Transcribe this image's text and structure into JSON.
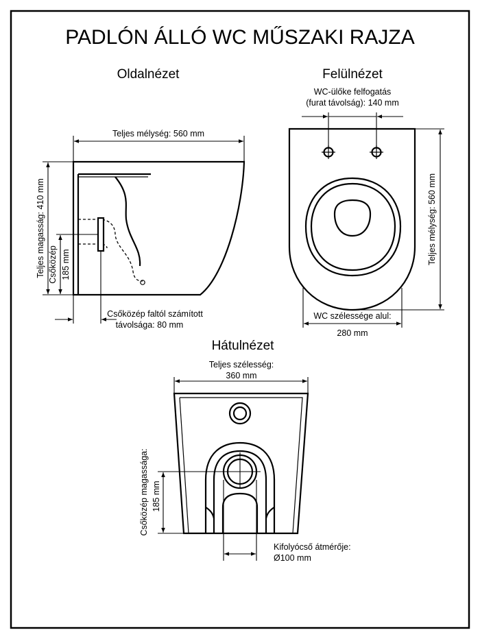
{
  "title": "PADLÓN ÁLLÓ WC MŰSZAKI RAJZA",
  "views": {
    "side": {
      "heading": "Oldalnézet",
      "depth_label": "Teljes mélység: 560 mm",
      "height_label": "Teljes magasság: 410 mm",
      "pipe_center_label_1": "Csőközép",
      "pipe_center_label_2": "185 mm",
      "wall_distance_label_1": "Csőközép faltól számított",
      "wall_distance_label_2": "távolsága: 80 mm"
    },
    "top": {
      "heading": "Felülnézet",
      "seat_mount_label_1": "WC-ülőke felfogatás",
      "seat_mount_label_2": "(furat távolság): 140 mm",
      "depth_label": "Teljes mélység: 560 mm",
      "bottom_width_label_1": "WC szélessége alul:",
      "bottom_width_label_2": "280 mm"
    },
    "back": {
      "heading": "Hátulnézet",
      "width_label_1": "Teljes szélesség:",
      "width_label_2": "360 mm",
      "pipe_height_label_1": "Csőközép magassága:",
      "pipe_height_label_2": "185 mm",
      "outlet_label_1": "Kifolyócső átmérője:",
      "outlet_label_2": "Ø100 mm"
    }
  }
}
